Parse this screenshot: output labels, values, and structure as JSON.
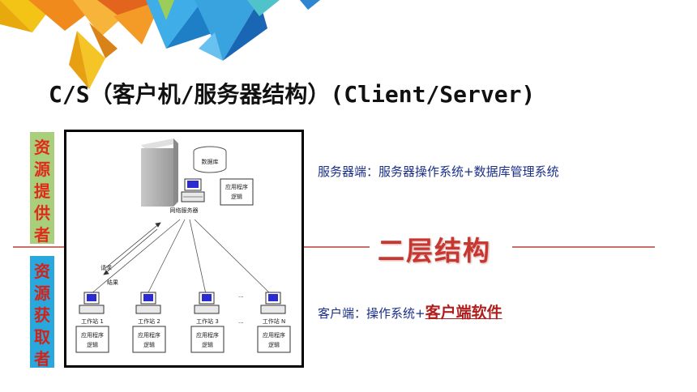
{
  "slide": {
    "title": "C/S（客户机/服务器结构）(Client/Server)"
  },
  "sidebar": {
    "provider": [
      "资",
      "源",
      "提",
      "供",
      "者"
    ],
    "consumer": [
      "资",
      "源",
      "获",
      "取",
      "者"
    ]
  },
  "layer_label": "二层结构",
  "notes": {
    "server": "服务器端：服务器操作系统+数据库管理系统",
    "client_prefix": "客户端：操作系统+",
    "client_software": "客户端软件"
  },
  "diagram": {
    "database_label": "数据库",
    "server_label": "网络服务器",
    "app_logic_label": [
      "应用程序",
      "逻辑"
    ],
    "request_label": "请求",
    "result_label": "结果",
    "ellipsis": "···",
    "workstations": [
      "工作站 1",
      "工作站 2",
      "工作站 3",
      "工作站 N"
    ]
  },
  "colors": {
    "sidebar_top": "#a9cf7c",
    "sidebar_bottom": "#29a8de",
    "accent_red": "#c8372f",
    "note_blue": "#1a2f8a"
  }
}
